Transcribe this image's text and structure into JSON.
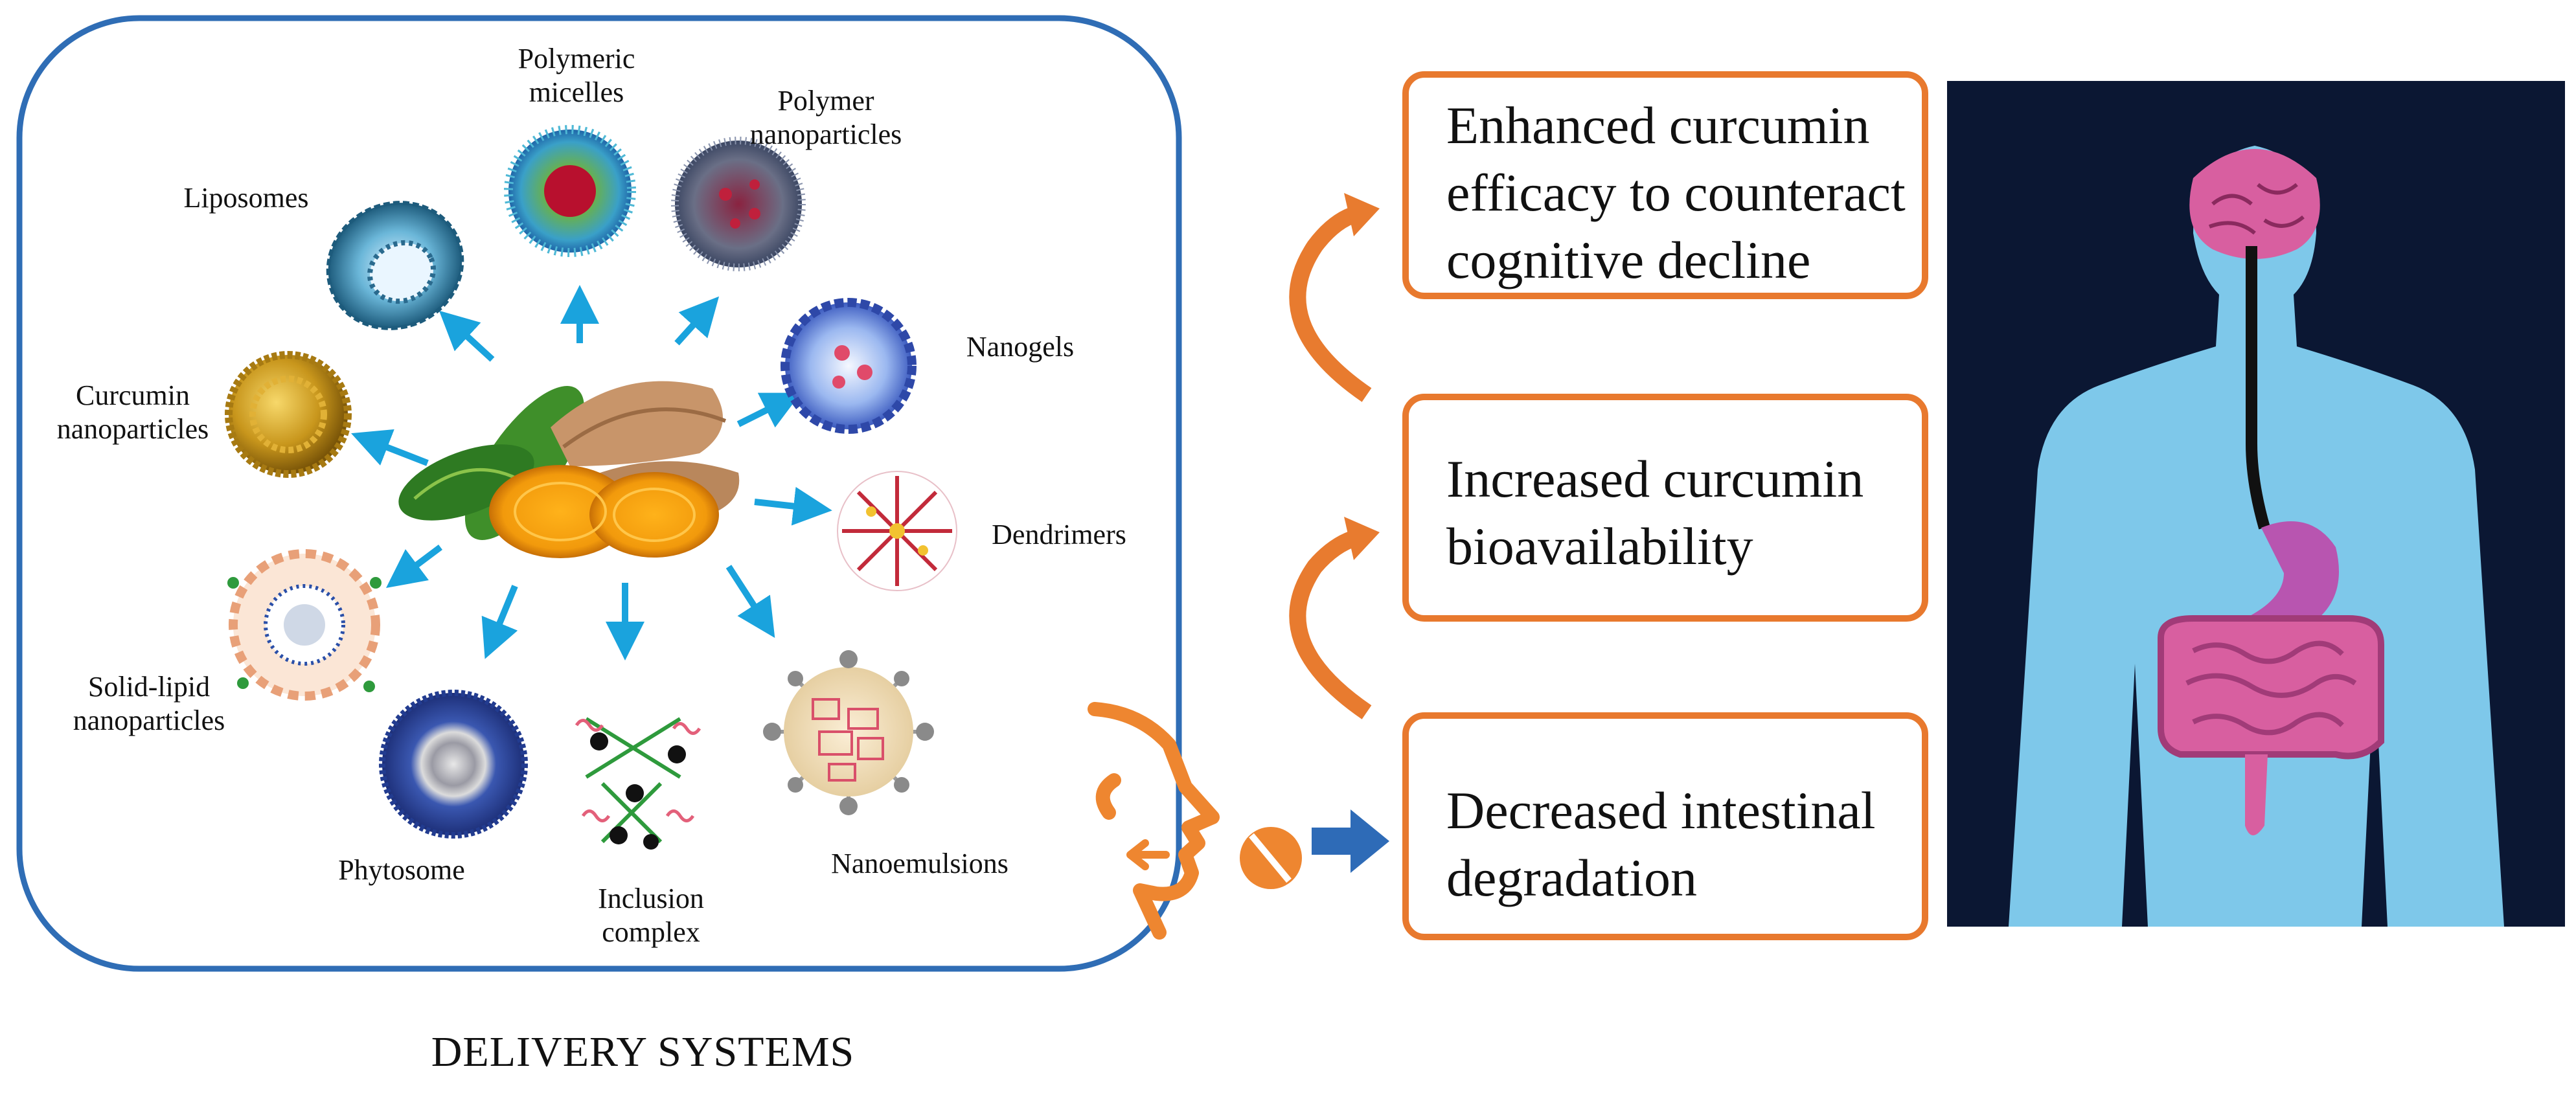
{
  "delivery_systems": {
    "caption": "DELIVERY SYSTEMS",
    "center": "curcumin-turmeric-rhizome-image",
    "items": [
      {
        "label": "Polymeric\nmicelles"
      },
      {
        "label": "Polymer\nnanoparticles"
      },
      {
        "label": "Liposomes"
      },
      {
        "label": "Nanogels"
      },
      {
        "label": "Curcumin\nnanoparticles"
      },
      {
        "label": "Dendrimers"
      },
      {
        "label": "Solid-lipid\nnanoparticles"
      },
      {
        "label": "Nanoemulsions"
      },
      {
        "label": "Phytosome"
      },
      {
        "label": "Inclusion\ncomplex"
      }
    ]
  },
  "outcomes": [
    {
      "text": "Enhanced curcumin\nefficacy to counteract\ncognitive decline"
    },
    {
      "text": "Increased curcumin\nbioavailability"
    },
    {
      "text": "Decreased intestinal\ndegradation"
    }
  ],
  "icons": {
    "oral_intake": "person-taking-pill-icon",
    "flow_arrow": "blue-right-arrow-icon",
    "curved_arrows": "orange-curved-arrow-icon",
    "body": "human-body-digestive-system-icon"
  },
  "colors": {
    "box_border": "#2f6db5",
    "arrow_blue": "#1aa3dd",
    "outcome_border": "#e8792e",
    "body_bg": "#0b1733",
    "body_fill": "#7ec8ea",
    "organ_pink": "#d85fa0"
  }
}
